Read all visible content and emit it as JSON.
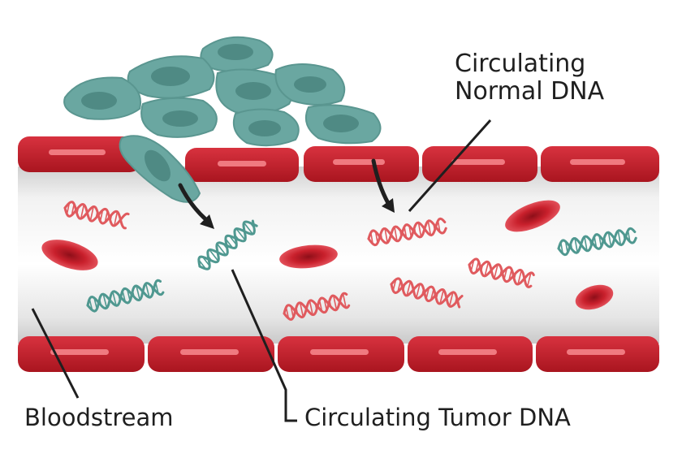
{
  "labels": {
    "circulating_normal_dna_line1": "Circulating",
    "circulating_normal_dna_line2": "Normal DNA",
    "bloodstream": "Bloodstream",
    "circulating_tumor_dna": "Circulating Tumor DNA"
  },
  "colors": {
    "vessel_wall": "#c8202e",
    "vessel_wall_highlight": "#f07a80",
    "lumen": "#e6e6e6",
    "tumor_cell": "#6aa7a1",
    "tumor_cell_nucleus": "#4f8a84",
    "tumor_dna": "#4f9890",
    "normal_dna": "#e05a5e",
    "red_blood_cell": "#d12a36",
    "leader_line": "#1f1f1f"
  }
}
